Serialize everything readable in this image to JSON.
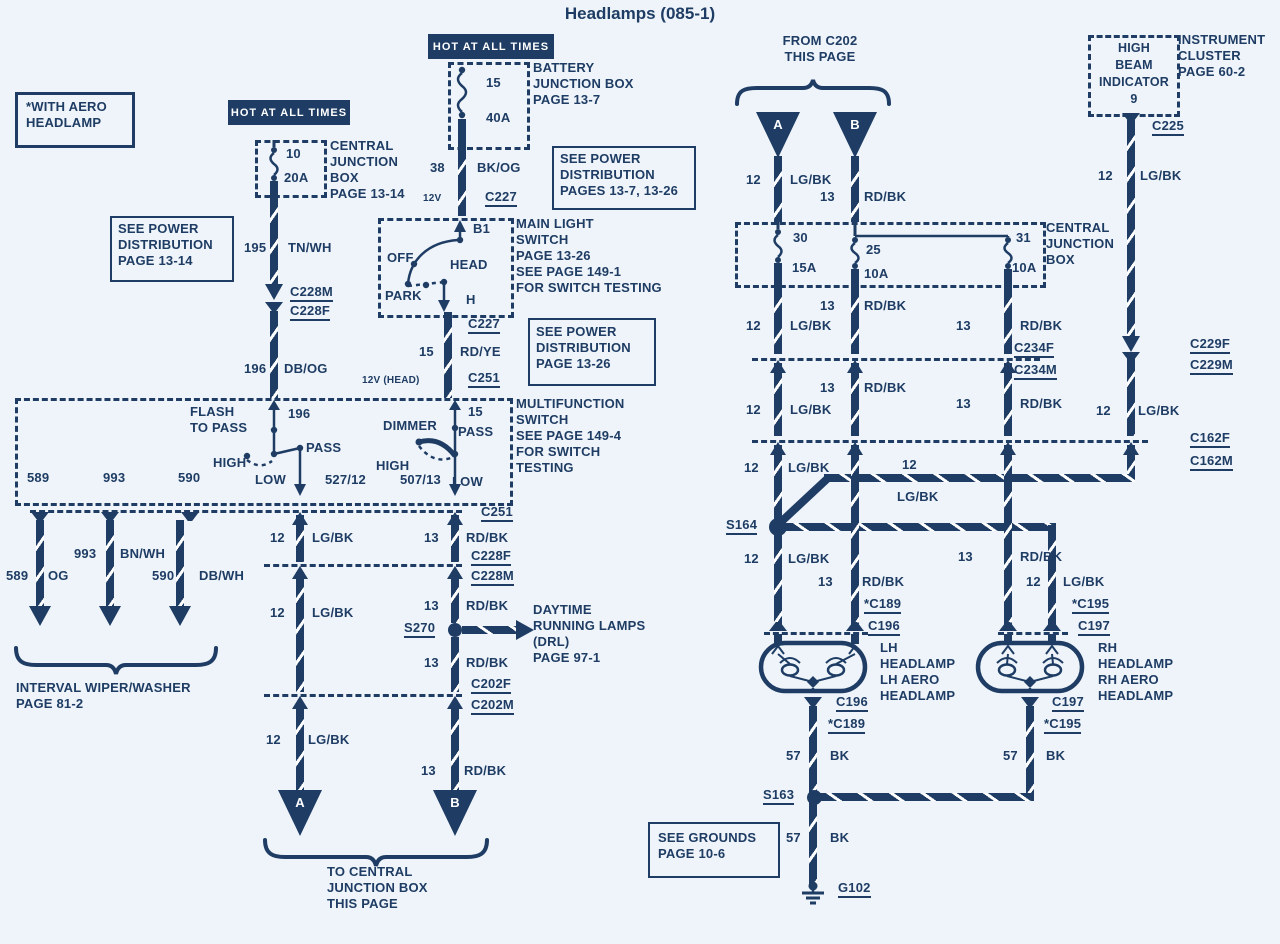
{
  "title": "Headlamps (085-1)",
  "palette": {
    "ink": "#1e3c64",
    "bg": "#eef4f9",
    "banner_text": "#ffffff"
  },
  "notes": {
    "hot": "HOT AT ALL TIMES",
    "with_aero": "*WITH AERO\nHEADLAMP",
    "see_power_1": "SEE POWER\nDISTRIBUTION\nPAGE 13-14",
    "see_power_2": "SEE POWER\nDISTRIBUTION\nPAGES 13-7, 13-26",
    "see_power_3": "SEE POWER\nDISTRIBUTION\nPAGE 13-26",
    "see_grounds": "SEE GROUNDS\nPAGE 10-6",
    "battery_jb": "BATTERY\nJUNCTION BOX\nPAGE 13-7",
    "cjb_left": "CENTRAL\nJUNCTION\nBOX\nPAGE 13-14",
    "cjb_right": "CENTRAL\nJUNCTION\nBOX",
    "mls": "MAIN LIGHT\nSWITCH\nPAGE 13-26\nSEE PAGE 149-1\nFOR SWITCH TESTING",
    "mfs": "MULTIFUNCTION\nSWITCH\nSEE PAGE 149-4\nFOR SWITCH\nTESTING",
    "drl": "DAYTIME\nRUNNING LAMPS\n(DRL)\nPAGE 97-1",
    "interval_wiper": "INTERVAL WIPER/WASHER\nPAGE 81-2",
    "to_cjb": "TO CENTRAL\nJUNCTION BOX\nTHIS PAGE",
    "from_c202": "FROM C202\nTHIS PAGE",
    "instr_cluster": "INSTRUMENT\nCLUSTER\nPAGE 60-2",
    "high_beam": "HIGH\nBEAM\nINDICATOR\n9",
    "lh_headlamp": "LH\nHEADLAMP\nLH AERO\nHEADLAMP",
    "rh_headlamp": "RH\nHEADLAMP\nRH AERO\nHEADLAMP"
  },
  "fuse": {
    "f15": "15",
    "f40a": "40A",
    "f10": "10",
    "f20a": "20A",
    "f30": "30",
    "f15a": "15A",
    "f25": "25",
    "f10a": "10A",
    "f31": "31"
  },
  "sw": {
    "b1": "B1",
    "off": "OFF",
    "head": "HEAD",
    "park": "PARK",
    "h": "H",
    "flash": "FLASH\nTO PASS",
    "n196": "196",
    "dimmer": "DIMMER",
    "n15": "15",
    "pass": "PASS",
    "high": "HIGH",
    "low": "LOW",
    "n527": "527/12",
    "n507": "507/13",
    "n589": "589",
    "n993": "993",
    "n590": "590"
  },
  "wire": {
    "g12": "12",
    "g13": "13",
    "g15": "15",
    "g38": "38",
    "g57": "57",
    "g195": "195",
    "g196": "196",
    "g589": "589",
    "g993": "993",
    "g590": "590",
    "lgbk": "LG/BK",
    "rdbk": "RD/BK",
    "tnwh": "TN/WH",
    "dbog": "DB/OG",
    "bkog": "BK/OG",
    "rdye": "RD/YE",
    "og": "OG",
    "bnwh": "BN/WH",
    "dbwh": "DB/WH",
    "bk": "BK",
    "v12": "12V",
    "v12head": "12V (HEAD)"
  },
  "conn": {
    "c227": "C227",
    "c228m": "C228M",
    "c228f": "C228F",
    "c251": "C251",
    "c225": "C225",
    "c202f": "C202F",
    "c202m": "C202M",
    "c234f": "C234F",
    "c234m": "C234M",
    "c229f": "C229F",
    "c229m": "C229M",
    "c162f": "C162F",
    "c162m": "C162M",
    "c189": "*C189",
    "c196": "C196",
    "c195": "*C195",
    "c197": "C197",
    "s270": "S270",
    "s164": "S164",
    "s163": "S163",
    "g102": "G102",
    "a": "A",
    "b": "B"
  }
}
